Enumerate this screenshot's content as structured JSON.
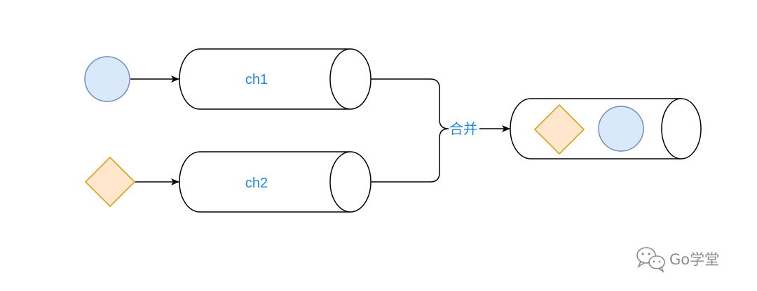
{
  "diagram": {
    "channels": [
      {
        "label": "ch1"
      },
      {
        "label": "ch2"
      }
    ],
    "merge_label": "合并",
    "colors": {
      "circle_fill": "#dae8fc",
      "circle_stroke": "#6c8ebf",
      "diamond_fill": "#ffe6cc",
      "diamond_stroke": "#d79b00",
      "label_color": "#1e88e5",
      "line_color": "#000000"
    }
  },
  "watermark": {
    "icon": "wechat-icon",
    "text": "Go学堂"
  }
}
